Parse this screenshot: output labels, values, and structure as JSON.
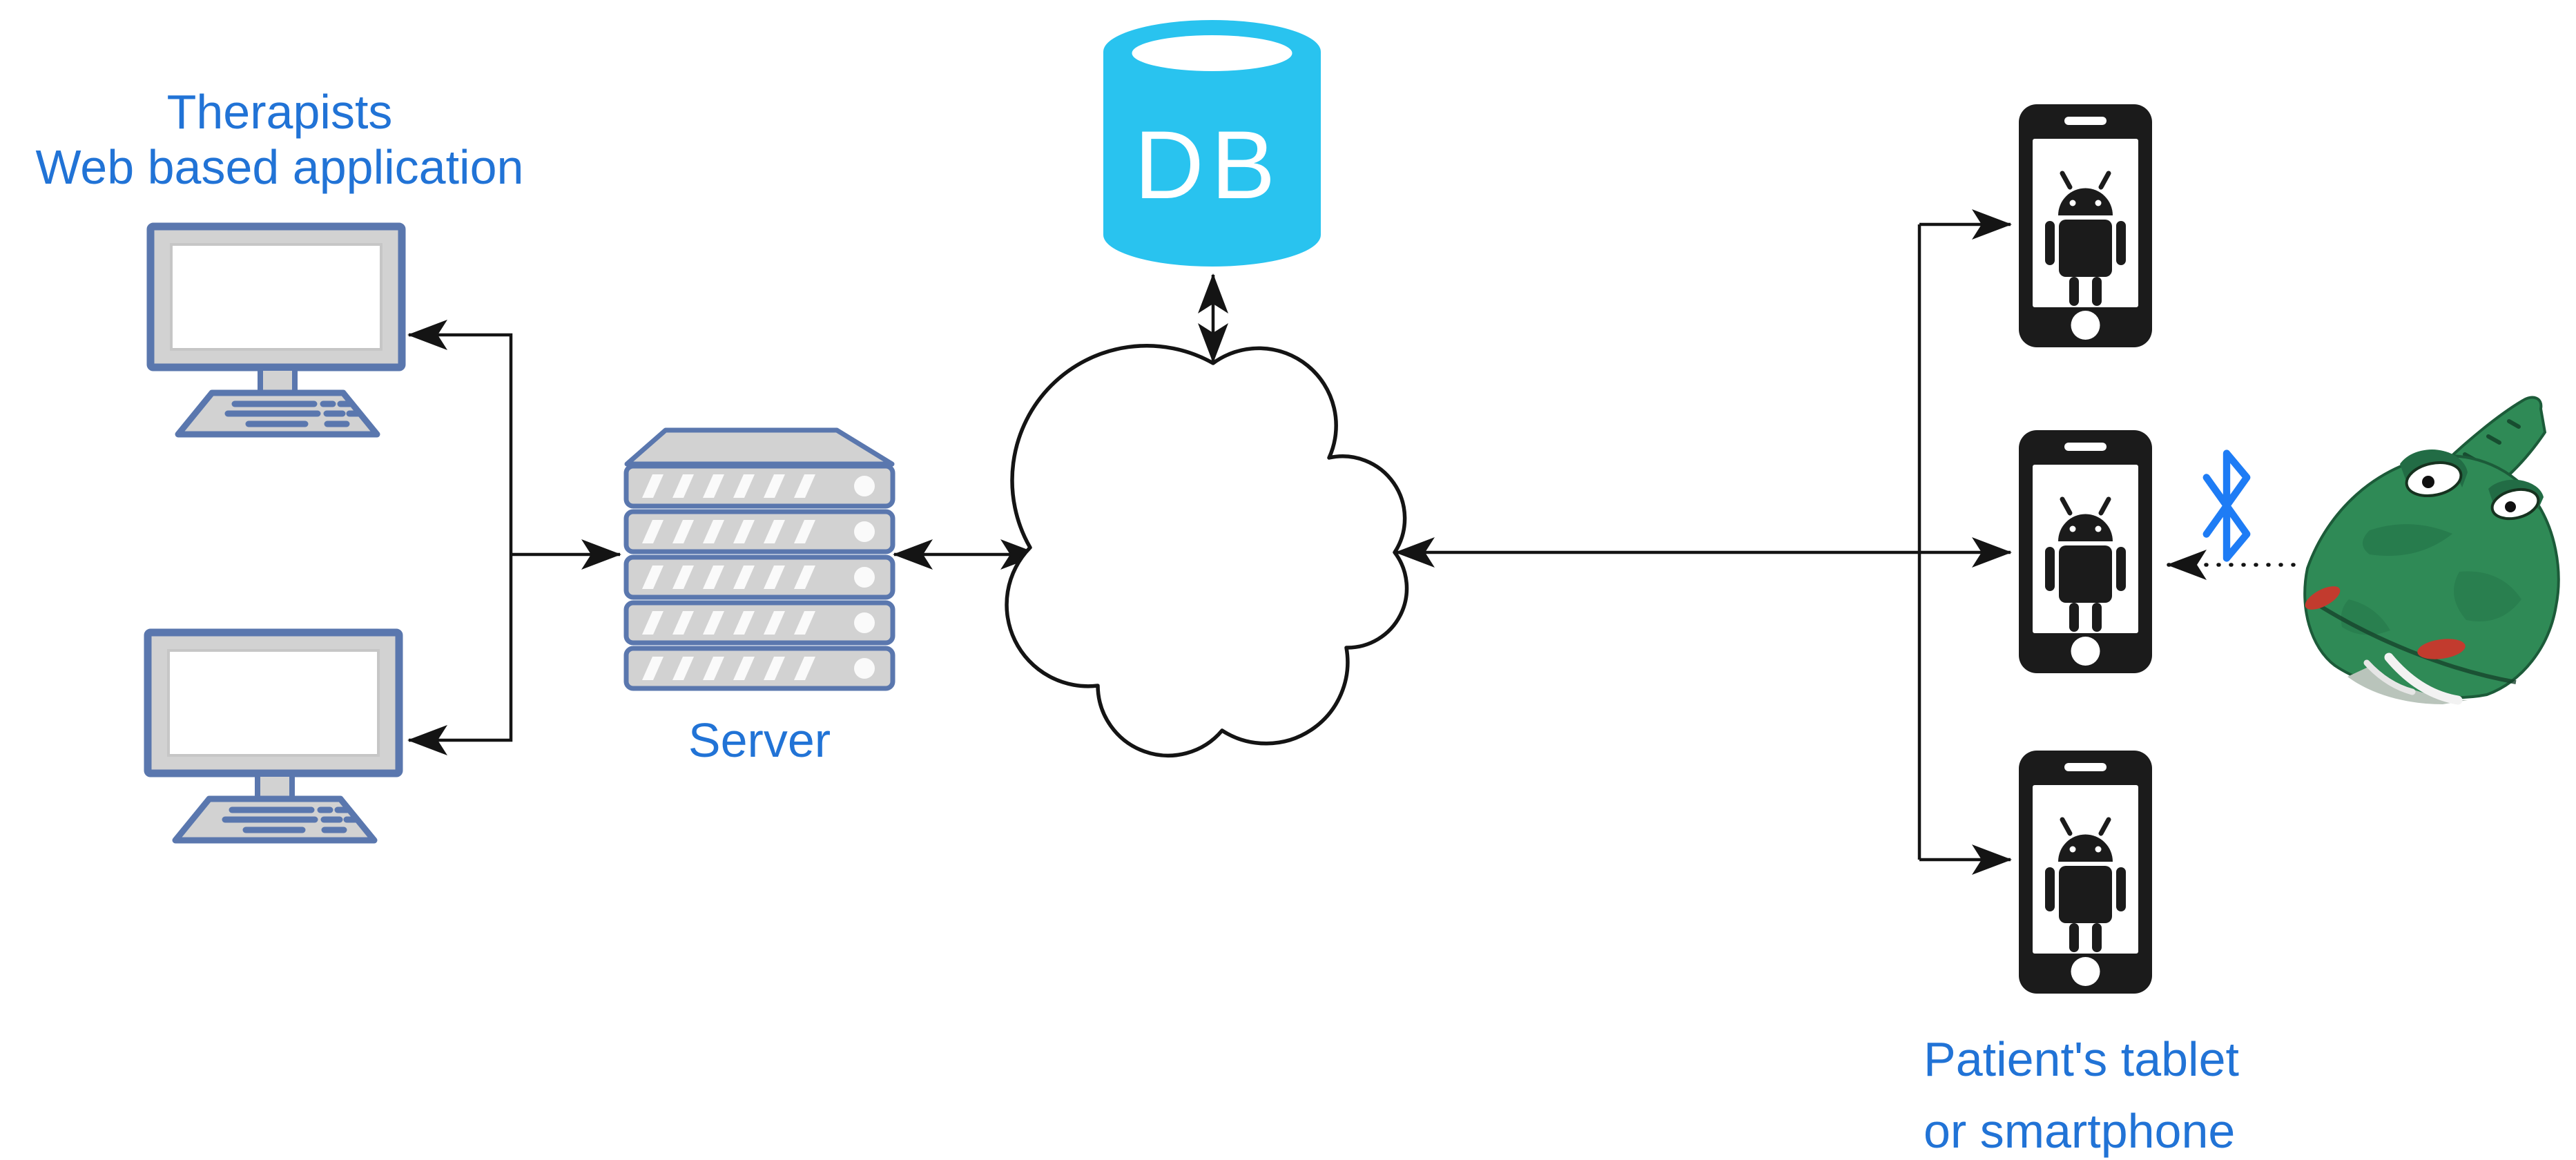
{
  "labels": {
    "therapists_line1": "Therapists",
    "therapists_line2": "Web based application",
    "server": "Server",
    "database": "DB",
    "patient_line1": "Patient's tablet",
    "patient_line2": "or smartphone"
  },
  "colors": {
    "background": "#FFFFFF",
    "label_text": "#2173D6",
    "device_outline": "#5A77AE",
    "device_fill": "#D2D2D2",
    "db_fill": "#29C3EF",
    "bluetooth_blue": "#1E7CF5",
    "connector": "#141414",
    "croc_green": "#2F8A56"
  },
  "diagram": {
    "nodes": [
      {
        "id": "therapists-label",
        "type": "label",
        "text": "Therapists Web based application"
      },
      {
        "id": "therapist-monitor-top",
        "type": "desktop-computer"
      },
      {
        "id": "therapist-monitor-bottom",
        "type": "desktop-computer"
      },
      {
        "id": "server",
        "type": "server-rack",
        "label": "Server"
      },
      {
        "id": "db",
        "type": "database-cylinder",
        "label": "DB"
      },
      {
        "id": "cloud",
        "type": "network-cloud"
      },
      {
        "id": "patient-phone-top",
        "type": "android-smartphone"
      },
      {
        "id": "patient-phone-middle",
        "type": "android-smartphone"
      },
      {
        "id": "patient-phone-bottom",
        "type": "android-smartphone"
      },
      {
        "id": "bluetooth-symbol",
        "type": "bluetooth-icon"
      },
      {
        "id": "crocodile-robot",
        "type": "toy-crocodile"
      },
      {
        "id": "patient-label",
        "type": "label",
        "text": "Patient's tablet or smartphone"
      }
    ],
    "edges": [
      {
        "between": [
          "server",
          "therapist-monitor-top"
        ],
        "type": "arrow-to-monitor"
      },
      {
        "between": [
          "server",
          "therapist-monitor-bottom"
        ],
        "type": "arrow-to-monitor"
      },
      {
        "between": [
          "junction",
          "server"
        ],
        "type": "arrow-to-server"
      },
      {
        "between": [
          "server",
          "cloud"
        ],
        "type": "double-headed-arrow"
      },
      {
        "between": [
          "db",
          "cloud"
        ],
        "type": "double-headed-arrow"
      },
      {
        "between": [
          "cloud",
          "patient-phone-middle"
        ],
        "type": "double-headed-arrow"
      },
      {
        "between": [
          "branch",
          "patient-phone-top"
        ],
        "type": "arrow-to-phone"
      },
      {
        "between": [
          "branch",
          "patient-phone-bottom"
        ],
        "type": "arrow-to-phone"
      },
      {
        "between": [
          "crocodile-robot",
          "patient-phone-middle"
        ],
        "type": "dotted-bluetooth-arrow"
      }
    ]
  }
}
